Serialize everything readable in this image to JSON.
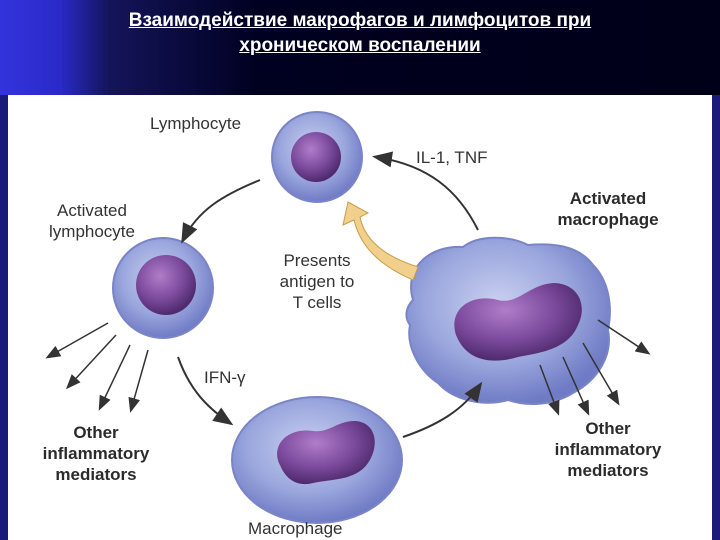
{
  "slide": {
    "title_line1": "Взаимодействие макрофагов и лимфоцитов при",
    "title_line2": "хроническом воспалении"
  },
  "diagram": {
    "lymphocyte": "Lymphocyte",
    "cytokines": "IL-1, TNF",
    "activated_lymphocyte_1": "Activated",
    "activated_lymphocyte_2": "lymphocyte",
    "activated_macrophage_1": "Activated",
    "activated_macrophage_2": "macrophage",
    "presents_1": "Presents",
    "presents_2": "antigen to",
    "presents_3": "T cells",
    "ifn": "IFN-γ",
    "other_left_1": "Other",
    "other_left_2": "inflammatory",
    "other_left_3": "mediators",
    "other_right_1": "Other",
    "other_right_2": "inflammatory",
    "other_right_3": "mediators",
    "macrophage": "Macrophage"
  },
  "colors": {
    "header_bg": "#000020",
    "slide_bg": "#1a1a7a",
    "cell_body": "#8f9bd6",
    "nucleus": "#6a3b8a",
    "highlight_arrow": "#f1cf8c"
  }
}
